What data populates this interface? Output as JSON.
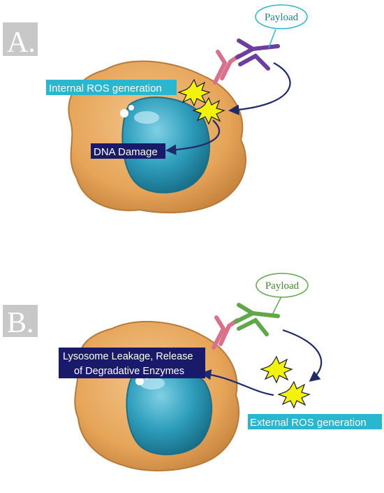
{
  "panel_a": {
    "letter": "A.",
    "payload_label": "Payload",
    "label_internal_ros": "Internal ROS generation",
    "label_dna_damage": "DNA Damage"
  },
  "panel_b": {
    "letter": "B.",
    "payload_label": "Payload",
    "label_lysosome_line1": "Lysosome Leakage, Release",
    "label_lysosome_line2": "of Degradative Enzymes",
    "label_external_ros": "External ROS generation"
  },
  "colors": {
    "cell_fill": "#e9a95c",
    "cell_stroke": "#b87a3a",
    "nucleus_fill": "#2b9bb8",
    "nucleus_stroke": "#1b6f86",
    "cyan_label": "#29b6cf",
    "navy_label": "#1a1a6b",
    "arrow": "#1f2a6b",
    "receptor": "#d9718d",
    "antibody_a": "#6a3fa0",
    "antibody_b": "#5fa84a",
    "burst": "#f2f20a",
    "letter_bg": "#c8c8c8"
  }
}
